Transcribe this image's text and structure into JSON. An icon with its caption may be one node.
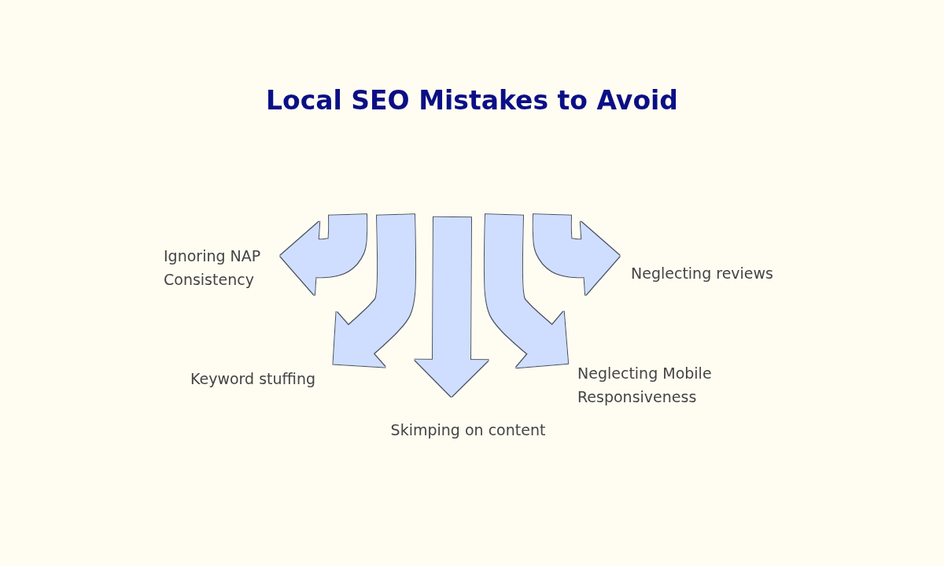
{
  "diagram": {
    "title": "Local SEO Mistakes to Avoid",
    "nodes": [
      {
        "text": [
          "Ignoring NAP Consistency"
        ]
      },
      {
        "text": [
          "Keyword stuffing"
        ]
      },
      {
        "text": [
          "Skimping on content"
        ]
      },
      {
        "text": [
          "Neglecting Mobile Responsiveness"
        ]
      },
      {
        "text": [
          "Neglecting reviews"
        ]
      }
    ],
    "edges": [
      {
        "from": null,
        "to": 0,
        "arrow": "to"
      },
      {
        "from": null,
        "to": 1,
        "arrow": "to"
      },
      {
        "from": null,
        "to": 2,
        "arrow": "to"
      },
      {
        "from": null,
        "to": 3,
        "arrow": "to"
      },
      {
        "from": null,
        "to": 4,
        "arrow": "to"
      }
    ]
  }
}
